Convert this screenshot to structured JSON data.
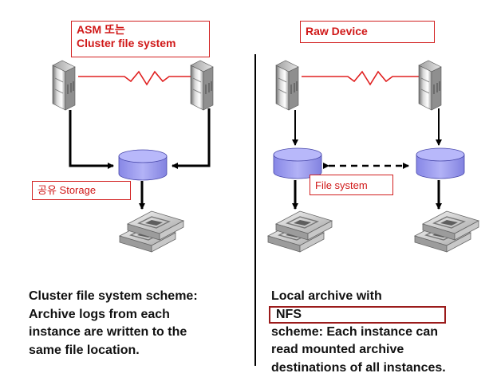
{
  "left_panel": {
    "title_lines": [
      "ASM 또는",
      "Cluster file system"
    ],
    "storage_label": "공유 Storage",
    "caption_lines": [
      "Cluster file system scheme:",
      "Archive logs from each",
      "instance are written to the",
      "same file location."
    ]
  },
  "right_panel": {
    "title": "Raw Device",
    "filesystem_label": "File system",
    "caption_line1_prefix": "Local archive with",
    "caption_highlight": "NFS",
    "caption_lines_rest": [
      "scheme: Each instance can",
      "read mounted archive",
      "destinations of all instances."
    ]
  },
  "colors": {
    "label_text": "#d01818",
    "label_border": "#d22020",
    "interconnect": "#e02020",
    "storage_fill": "#9b9bef",
    "arrow": "#000000",
    "divider": "#000000",
    "nfs_border": "#9b1b1b"
  },
  "icons": [
    "server-icon",
    "disk-storage-icon",
    "tape-drive-icon"
  ]
}
